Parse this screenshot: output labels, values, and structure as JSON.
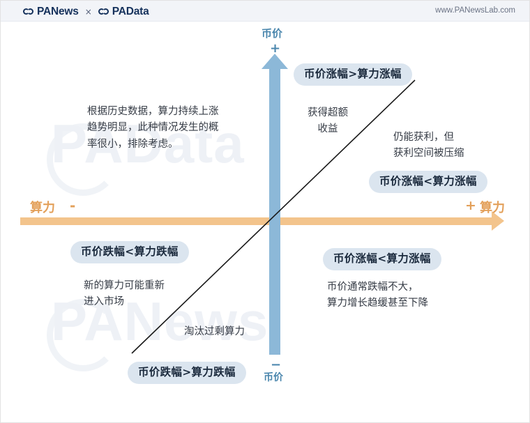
{
  "header": {
    "brand_primary": "PANews",
    "brand_separator": "×",
    "brand_secondary": "PAData",
    "site_url": "www.PANewsLab.com"
  },
  "watermark": {
    "top_text": "PAData",
    "bottom_text": "PANews"
  },
  "chart_data": {
    "type": "scatter",
    "title": "",
    "xlabel": "算力",
    "ylabel": "币价",
    "axes": {
      "vertical": {
        "label": "币价",
        "positive_sign": "+",
        "negative_sign": "−",
        "bottom_label": "币价",
        "color": "#8cb8d8"
      },
      "horizontal": {
        "left_label": "算力",
        "left_sign": "-",
        "right_sign": "+",
        "right_label": "算力",
        "color": "#f3c48c"
      }
    },
    "diagonal_line": {
      "description": "45-degree reference line from lower-left to upper-right",
      "color": "#1a1a1a"
    },
    "quadrants": [
      {
        "id": "q2-upper-left",
        "badge": "",
        "note": "根据历史数据，算力持续上涨\n趋势明显，此种情况发生的概\n率很小，排除考虑。"
      },
      {
        "id": "q1-upper-right-above-diagonal",
        "badge": "币价涨幅>算力涨幅",
        "note": "获得超额\n收益"
      },
      {
        "id": "q1-upper-right-below-diagonal",
        "badge": "币价涨幅<算力涨幅",
        "note": "仍能获利，但\n获利空间被压缩"
      },
      {
        "id": "q3-lower-left",
        "badge": "币价跌幅<算力跌幅",
        "note": "新的算力可能重新\n进入市场"
      },
      {
        "id": "q4-lower-right",
        "badge": "币价涨幅<算力涨幅",
        "note": "币价通常跌幅不大，\n算力增长趋缓甚至下降"
      },
      {
        "id": "q3-lower-center",
        "badge": "币价跌幅>算力跌幅",
        "note": "淘汰过剩算力"
      }
    ],
    "colors": {
      "badge_background": "#dbe5ef",
      "badge_text": "#1b2a3d",
      "vertical_axis": "#8cb8d8",
      "horizontal_axis": "#f3c48c",
      "note_text": "#353b45",
      "header_background": "#f2f4f8",
      "brand_text": "#16325c"
    }
  }
}
